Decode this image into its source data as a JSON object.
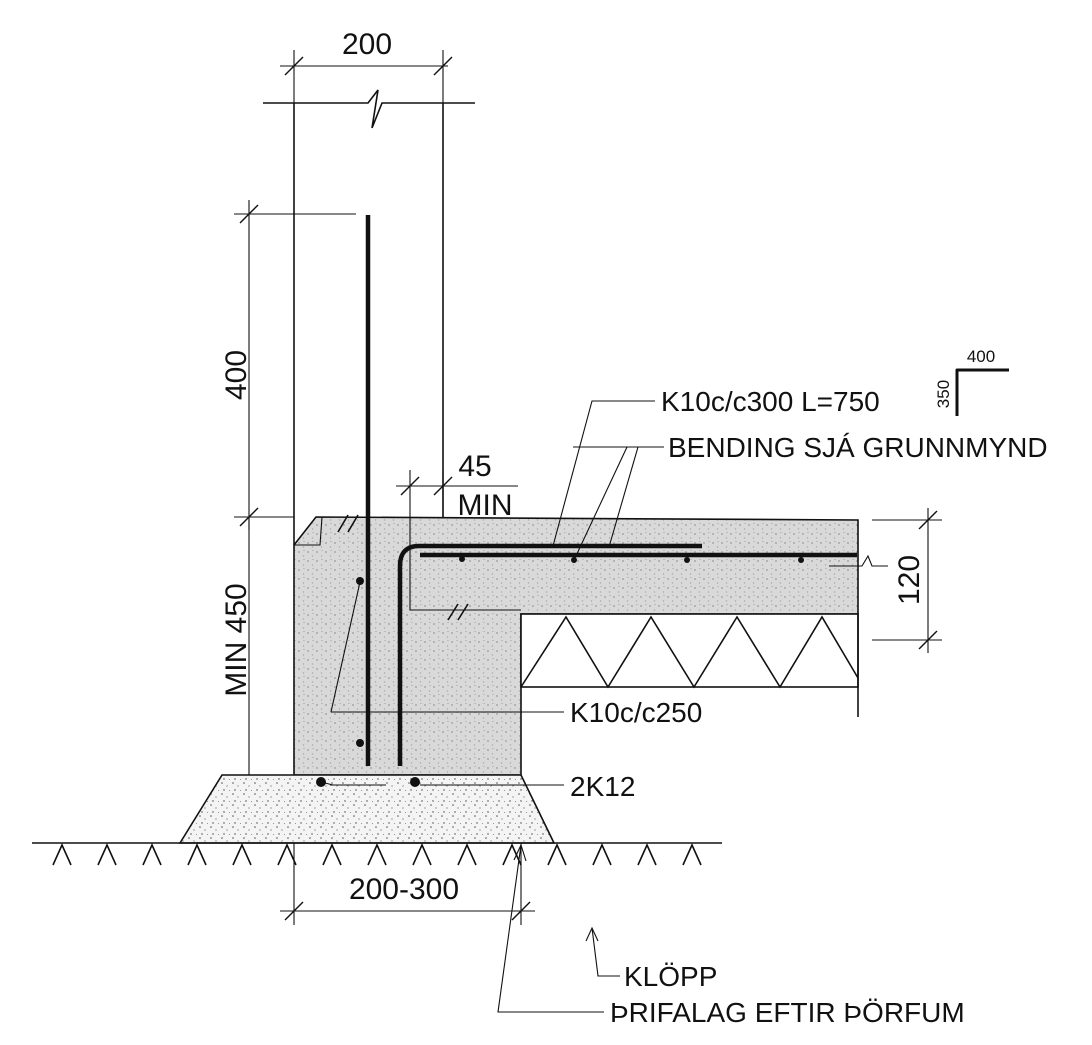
{
  "dimensions": {
    "wall_width": "200",
    "embed_length": "400",
    "cover": "45",
    "cover_min": "MIN",
    "footing_height": "MIN 450",
    "slab_thickness": "120",
    "footing_width": "200-300"
  },
  "callouts": {
    "slab_bar": "K10c/c300 L=750",
    "bending": "BENDING SJÁ GRUNNMYND",
    "wall_bar": "K10c/c250",
    "bottom_bars": "2K12",
    "ground": "KLÖPP",
    "bedding": "ÞRIFALAG EFTIR ÞÖRFUM"
  },
  "bar_shape": {
    "horizontal_leg": "400",
    "vertical_leg": "350"
  },
  "colors": {
    "ink": "#111111",
    "concrete": "#d9d9d9",
    "gravel": "#f2f2f2"
  }
}
